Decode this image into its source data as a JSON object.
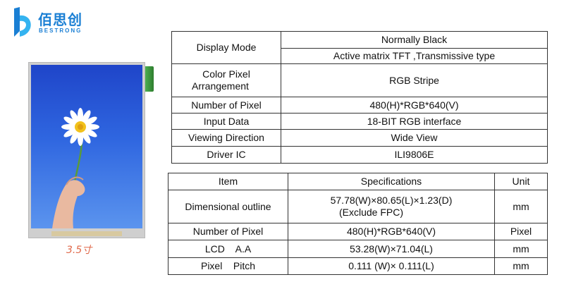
{
  "brand": {
    "name_cn": "佰思创",
    "name_en": "BESTRONG",
    "colors": {
      "primary": "#1a7fd4",
      "accent": "#34b3f0"
    }
  },
  "product": {
    "caption": "3.5寸",
    "image": "lcd-module-photo-daisy"
  },
  "display_table": {
    "rows": [
      {
        "label": "Display Mode",
        "values": [
          "Normally Black",
          "Active matrix TFT ,Transmissive  type"
        ]
      },
      {
        "label_lines": [
          "Color Pixel",
          "Arrangement"
        ],
        "value": "RGB Stripe"
      },
      {
        "label": "Number of Pixel",
        "value": "480(H)*RGB*640(V)"
      },
      {
        "label": "Input Data",
        "value": "18-BIT RGB interface"
      },
      {
        "label": "Viewing Direction",
        "value": "Wide View"
      },
      {
        "label": "Driver IC",
        "value": "ILI9806E"
      }
    ]
  },
  "spec_table": {
    "headers": [
      "Item",
      "Specifications",
      "Unit"
    ],
    "rows": [
      {
        "item": "Dimensional  outline",
        "spec_lines": [
          "57.78(W)×80.65(L)×1.23(D)",
          "(Exclude FPC)"
        ],
        "unit": "mm"
      },
      {
        "item": "Number of Pixel",
        "spec": "480(H)*RGB*640(V)",
        "unit": "Pixel"
      },
      {
        "item": "LCD    A.A",
        "spec": "53.28(W)×71.04(L)",
        "unit": "mm"
      },
      {
        "item": "Pixel    Pitch",
        "spec": "0.111 (W)× 0.111(L)",
        "unit": "mm"
      }
    ]
  }
}
